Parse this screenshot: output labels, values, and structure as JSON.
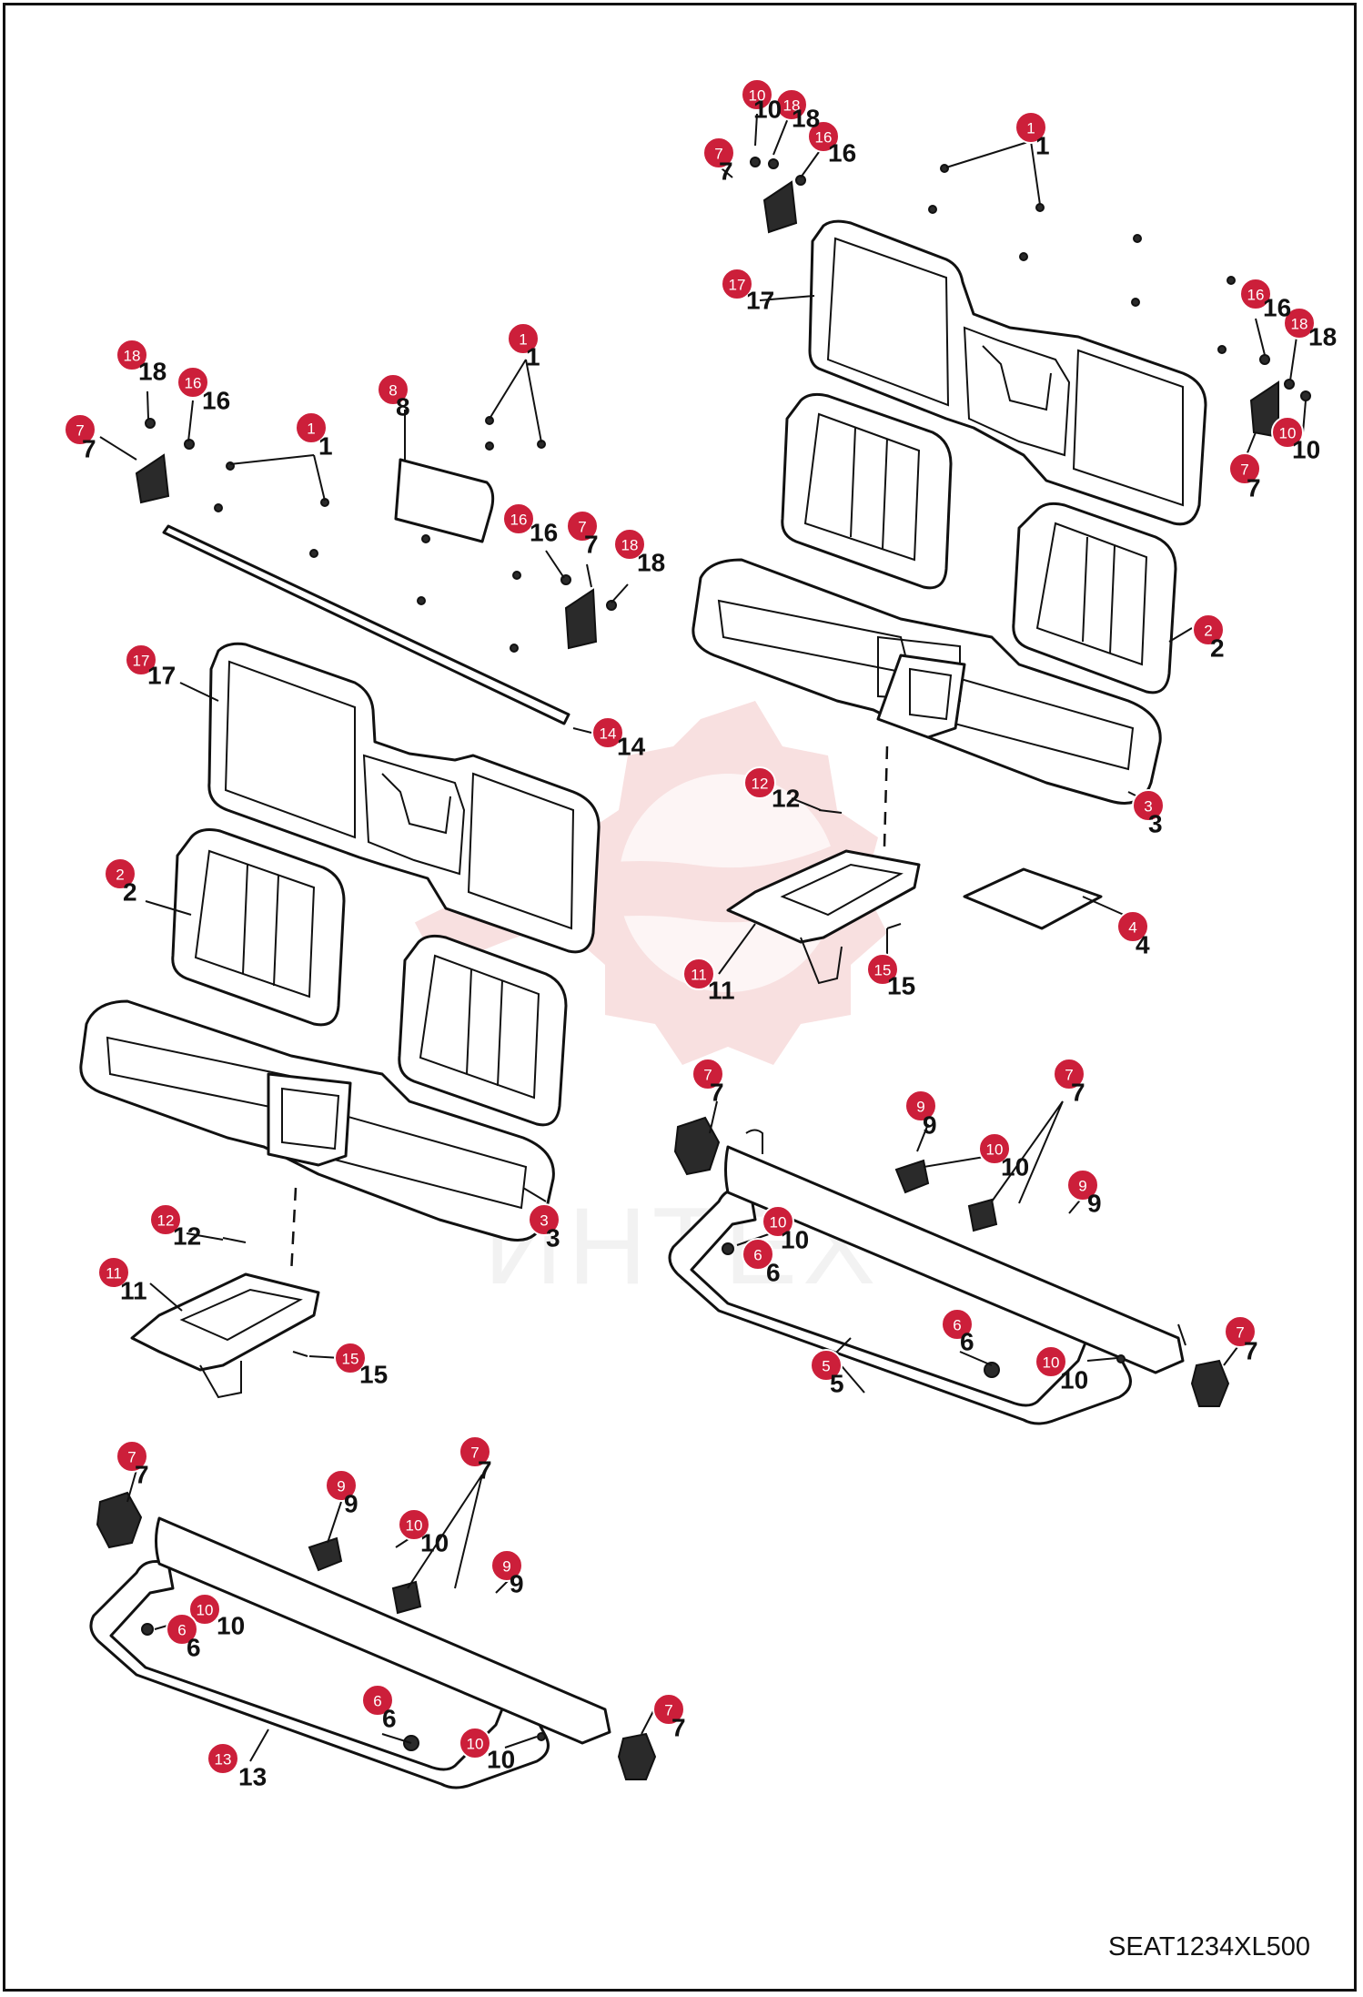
{
  "document": {
    "code": "SEAT1234XL500"
  },
  "watermark": {
    "text": "ИНТЕХ",
    "color": "#f3c7c7"
  },
  "colors": {
    "callout": "#cc1f3a",
    "line": "#111111"
  },
  "callouts": [
    {
      "id": "c1",
      "label": "10"
    },
    {
      "id": "c2",
      "label": "18"
    },
    {
      "id": "c3",
      "label": "16"
    },
    {
      "id": "c4",
      "label": "7"
    },
    {
      "id": "c5",
      "label": "1"
    },
    {
      "id": "c6",
      "label": "17"
    },
    {
      "id": "c7",
      "label": "16"
    },
    {
      "id": "c8",
      "label": "18"
    },
    {
      "id": "c9",
      "label": "10"
    },
    {
      "id": "c10",
      "label": "7"
    },
    {
      "id": "c11",
      "label": "2"
    },
    {
      "id": "c12",
      "label": "3"
    },
    {
      "id": "c13",
      "label": "12"
    },
    {
      "id": "c14",
      "label": "4"
    },
    {
      "id": "c15",
      "label": "11"
    },
    {
      "id": "c16",
      "label": "15"
    },
    {
      "id": "c17",
      "label": "18"
    },
    {
      "id": "c18",
      "label": "16"
    },
    {
      "id": "c19",
      "label": "7"
    },
    {
      "id": "c20",
      "label": "1"
    },
    {
      "id": "c21",
      "label": "8"
    },
    {
      "id": "c22",
      "label": "1"
    },
    {
      "id": "c23",
      "label": "16"
    },
    {
      "id": "c24",
      "label": "7"
    },
    {
      "id": "c25",
      "label": "18"
    },
    {
      "id": "c26",
      "label": "17"
    },
    {
      "id": "c27",
      "label": "14"
    },
    {
      "id": "c28",
      "label": "2"
    },
    {
      "id": "c29",
      "label": "3"
    },
    {
      "id": "c30",
      "label": "12"
    },
    {
      "id": "c31",
      "label": "11"
    },
    {
      "id": "c32",
      "label": "15"
    },
    {
      "id": "c33",
      "label": "7"
    },
    {
      "id": "c34",
      "label": "9"
    },
    {
      "id": "c35",
      "label": "7"
    },
    {
      "id": "c36",
      "label": "10"
    },
    {
      "id": "c37",
      "label": "9"
    },
    {
      "id": "c38",
      "label": "10"
    },
    {
      "id": "c39",
      "label": "6"
    },
    {
      "id": "c40",
      "label": "6"
    },
    {
      "id": "c41",
      "label": "10"
    },
    {
      "id": "c42",
      "label": "7"
    },
    {
      "id": "c43",
      "label": "5"
    },
    {
      "id": "c44",
      "label": "7"
    },
    {
      "id": "c45",
      "label": "9"
    },
    {
      "id": "c46",
      "label": "7"
    },
    {
      "id": "c47",
      "label": "10"
    },
    {
      "id": "c48",
      "label": "9"
    },
    {
      "id": "c49",
      "label": "10"
    },
    {
      "id": "c50",
      "label": "6"
    },
    {
      "id": "c51",
      "label": "6"
    },
    {
      "id": "c52",
      "label": "10"
    },
    {
      "id": "c53",
      "label": "7"
    },
    {
      "id": "c54",
      "label": "13"
    }
  ],
  "numbers": [
    {
      "id": "n1",
      "label": "10"
    },
    {
      "id": "n2",
      "label": "18"
    },
    {
      "id": "n3",
      "label": "16"
    },
    {
      "id": "n4",
      "label": "7"
    },
    {
      "id": "n5",
      "label": "1"
    },
    {
      "id": "n6",
      "label": "17"
    },
    {
      "id": "n7",
      "label": "16"
    },
    {
      "id": "n8",
      "label": "18"
    },
    {
      "id": "n9",
      "label": "10"
    },
    {
      "id": "n10",
      "label": "7"
    },
    {
      "id": "n11",
      "label": "2"
    },
    {
      "id": "n12",
      "label": "3"
    },
    {
      "id": "n13",
      "label": "12"
    },
    {
      "id": "n14",
      "label": "4"
    },
    {
      "id": "n15",
      "label": "11"
    },
    {
      "id": "n16",
      "label": "15"
    },
    {
      "id": "n17",
      "label": "18"
    },
    {
      "id": "n18",
      "label": "16"
    },
    {
      "id": "n19",
      "label": "7"
    },
    {
      "id": "n20",
      "label": "1"
    },
    {
      "id": "n21",
      "label": "8"
    },
    {
      "id": "n22",
      "label": "1"
    },
    {
      "id": "n23",
      "label": "16"
    },
    {
      "id": "n24",
      "label": "7"
    },
    {
      "id": "n25",
      "label": "18"
    },
    {
      "id": "n26",
      "label": "17"
    },
    {
      "id": "n27",
      "label": "14"
    },
    {
      "id": "n28",
      "label": "2"
    },
    {
      "id": "n29",
      "label": "3"
    },
    {
      "id": "n30",
      "label": "12"
    },
    {
      "id": "n31",
      "label": "11"
    },
    {
      "id": "n32",
      "label": "15"
    },
    {
      "id": "n33",
      "label": "7"
    },
    {
      "id": "n34",
      "label": "9"
    },
    {
      "id": "n35",
      "label": "7"
    },
    {
      "id": "n36",
      "label": "10"
    },
    {
      "id": "n37",
      "label": "9"
    },
    {
      "id": "n38",
      "label": "10"
    },
    {
      "id": "n39",
      "label": "6"
    },
    {
      "id": "n40",
      "label": "6"
    },
    {
      "id": "n41",
      "label": "10"
    },
    {
      "id": "n42",
      "label": "7"
    },
    {
      "id": "n43",
      "label": "5"
    },
    {
      "id": "n44",
      "label": "7"
    },
    {
      "id": "n45",
      "label": "9"
    },
    {
      "id": "n46",
      "label": "7"
    },
    {
      "id": "n47",
      "label": "10"
    },
    {
      "id": "n48",
      "label": "9"
    },
    {
      "id": "n49",
      "label": "10"
    },
    {
      "id": "n50",
      "label": "6"
    },
    {
      "id": "n51",
      "label": "6"
    },
    {
      "id": "n52",
      "label": "10"
    },
    {
      "id": "n53",
      "label": "7"
    },
    {
      "id": "n54",
      "label": "13"
    }
  ]
}
